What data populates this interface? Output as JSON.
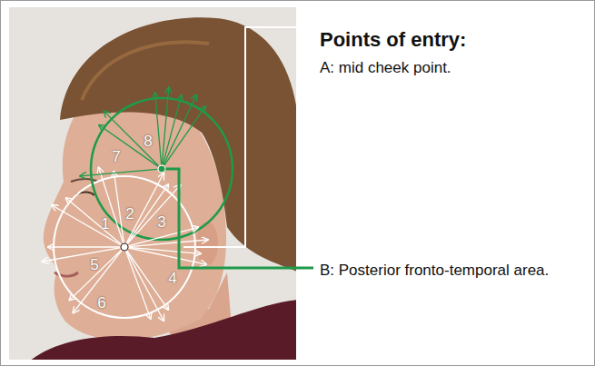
{
  "diagram": {
    "title": "Points of entry:",
    "labels": [
      "A: mid cheek point.",
      "B: Posterior fronto-temporal area.",
      "1",
      "2",
      "3",
      "4",
      "5",
      "6",
      "7",
      "8"
    ]
  }
}
